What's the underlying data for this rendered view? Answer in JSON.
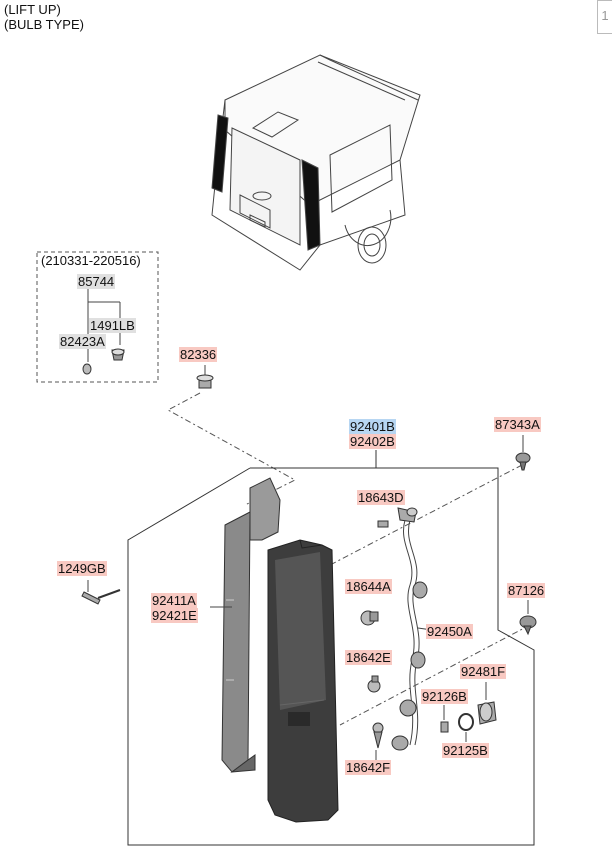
{
  "header": {
    "line1": "(LIFT UP)",
    "line2": "(BULB TYPE)",
    "page_number": "1"
  },
  "inset": {
    "date_range": "(210331-220516)",
    "parts": {
      "p85744": "85744",
      "p1491LB": "1491LB",
      "p82423A": "82423A"
    }
  },
  "parts": {
    "p82336": "82336",
    "p92401B": "92401B",
    "p92402B": "92402B",
    "p87343A": "87343A",
    "p18643D": "18643D",
    "p1249GB": "1249GB",
    "p92411A": "92411A",
    "p92421E": "92421E",
    "p18644A": "18644A",
    "p87126": "87126",
    "p92450A": "92450A",
    "p18642E": "18642E",
    "p92481F": "92481F",
    "p92126B": "92126B",
    "p92125B": "92125B",
    "p18642F": "18642F"
  },
  "colors": {
    "highlight_pink": "#f8c9c2",
    "highlight_blue": "#b7d6f2",
    "highlight_grey": "#e0e0e0",
    "lamp_body": "#3d3d3d"
  }
}
